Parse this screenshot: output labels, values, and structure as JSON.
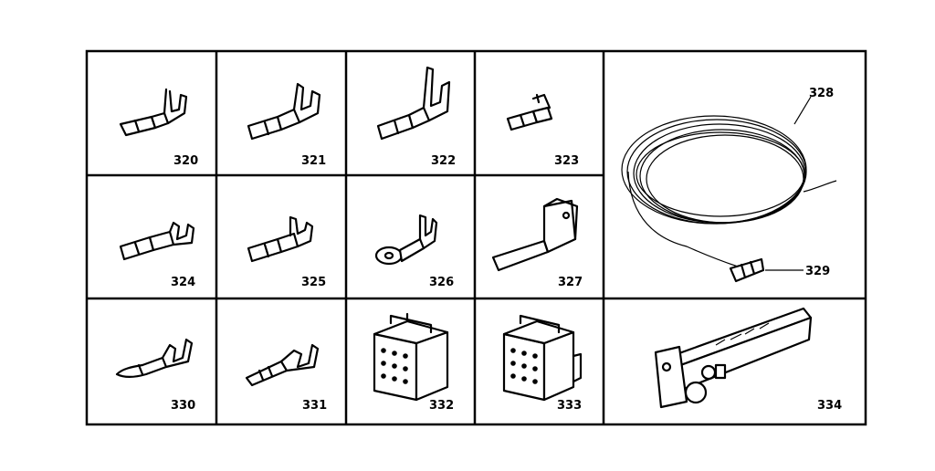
{
  "parts": [
    {
      "id": "p320",
      "label": "320",
      "icon": "flat-terminal-icon"
    },
    {
      "id": "p321",
      "label": "321",
      "icon": "flat-terminal-insulated-icon"
    },
    {
      "id": "p322",
      "label": "322",
      "icon": "flat-terminal-long-tab-icon"
    },
    {
      "id": "p323",
      "label": "323",
      "icon": "flat-terminal-small-icon"
    },
    {
      "id": "p324",
      "label": "324",
      "icon": "flat-terminal-double-icon"
    },
    {
      "id": "p325",
      "label": "325",
      "icon": "flat-terminal-variant-icon"
    },
    {
      "id": "p326",
      "label": "326",
      "icon": "ring-terminal-icon"
    },
    {
      "id": "p327",
      "label": "327",
      "icon": "angled-terminal-icon"
    },
    {
      "id": "p328",
      "label": "328",
      "icon": "wire-coil-icon"
    },
    {
      "id": "p329",
      "label": "329",
      "icon": "wire-end-cap-icon"
    },
    {
      "id": "p330",
      "label": "330",
      "icon": "round-pin-terminal-icon"
    },
    {
      "id": "p331",
      "label": "331",
      "icon": "round-socket-terminal-icon"
    },
    {
      "id": "p332",
      "label": "332",
      "icon": "connector-housing-icon"
    },
    {
      "id": "p333",
      "label": "333",
      "icon": "connector-housing-bracket-icon"
    },
    {
      "id": "p334",
      "label": "334",
      "icon": "connector-box-icon"
    }
  ],
  "colors": {
    "ink": "#000000",
    "paper": "#ffffff"
  }
}
